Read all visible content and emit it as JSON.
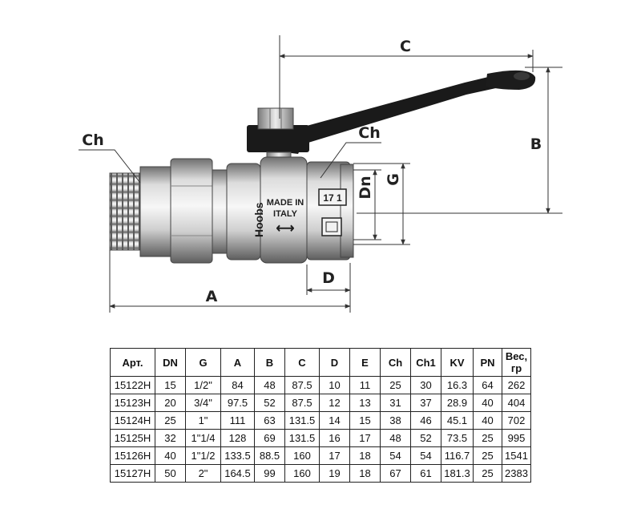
{
  "drawing": {
    "dimensions": {
      "A": "A",
      "B": "B",
      "C": "C",
      "D": "D",
      "Dn": "Dn",
      "G": "G",
      "Ch_left": "Ch",
      "Ch_right": "Ch"
    },
    "markings": {
      "brand": "Hoobs",
      "made_in_line1": "MADE IN",
      "made_in_line2": "ITALY",
      "arrow": "⟷",
      "size_mark": "17 1"
    }
  },
  "table": {
    "headers": [
      "Арт.",
      "DN",
      "G",
      "A",
      "B",
      "C",
      "D",
      "E",
      "Ch",
      "Ch1",
      "KV",
      "PN",
      "Вес, гр"
    ],
    "rows": [
      [
        "15122H",
        "15",
        "1/2\"",
        "84",
        "48",
        "87.5",
        "10",
        "11",
        "25",
        "30",
        "16.3",
        "64",
        "262"
      ],
      [
        "15123H",
        "20",
        "3/4\"",
        "97.5",
        "52",
        "87.5",
        "12",
        "13",
        "31",
        "37",
        "28.9",
        "40",
        "404"
      ],
      [
        "15124H",
        "25",
        "1\"",
        "111",
        "63",
        "131.5",
        "14",
        "15",
        "38",
        "46",
        "45.1",
        "40",
        "702"
      ],
      [
        "15125H",
        "32",
        "1\"1/4",
        "128",
        "69",
        "131.5",
        "16",
        "17",
        "48",
        "52",
        "73.5",
        "25",
        "995"
      ],
      [
        "15126H",
        "40",
        "1\"1/2",
        "133.5",
        "88.5",
        "160",
        "17",
        "18",
        "54",
        "54",
        "116.7",
        "25",
        "1541"
      ],
      [
        "15127H",
        "50",
        "2\"",
        "164.5",
        "99",
        "160",
        "19",
        "18",
        "67",
        "61",
        "181.3",
        "25",
        "2383"
      ]
    ]
  }
}
